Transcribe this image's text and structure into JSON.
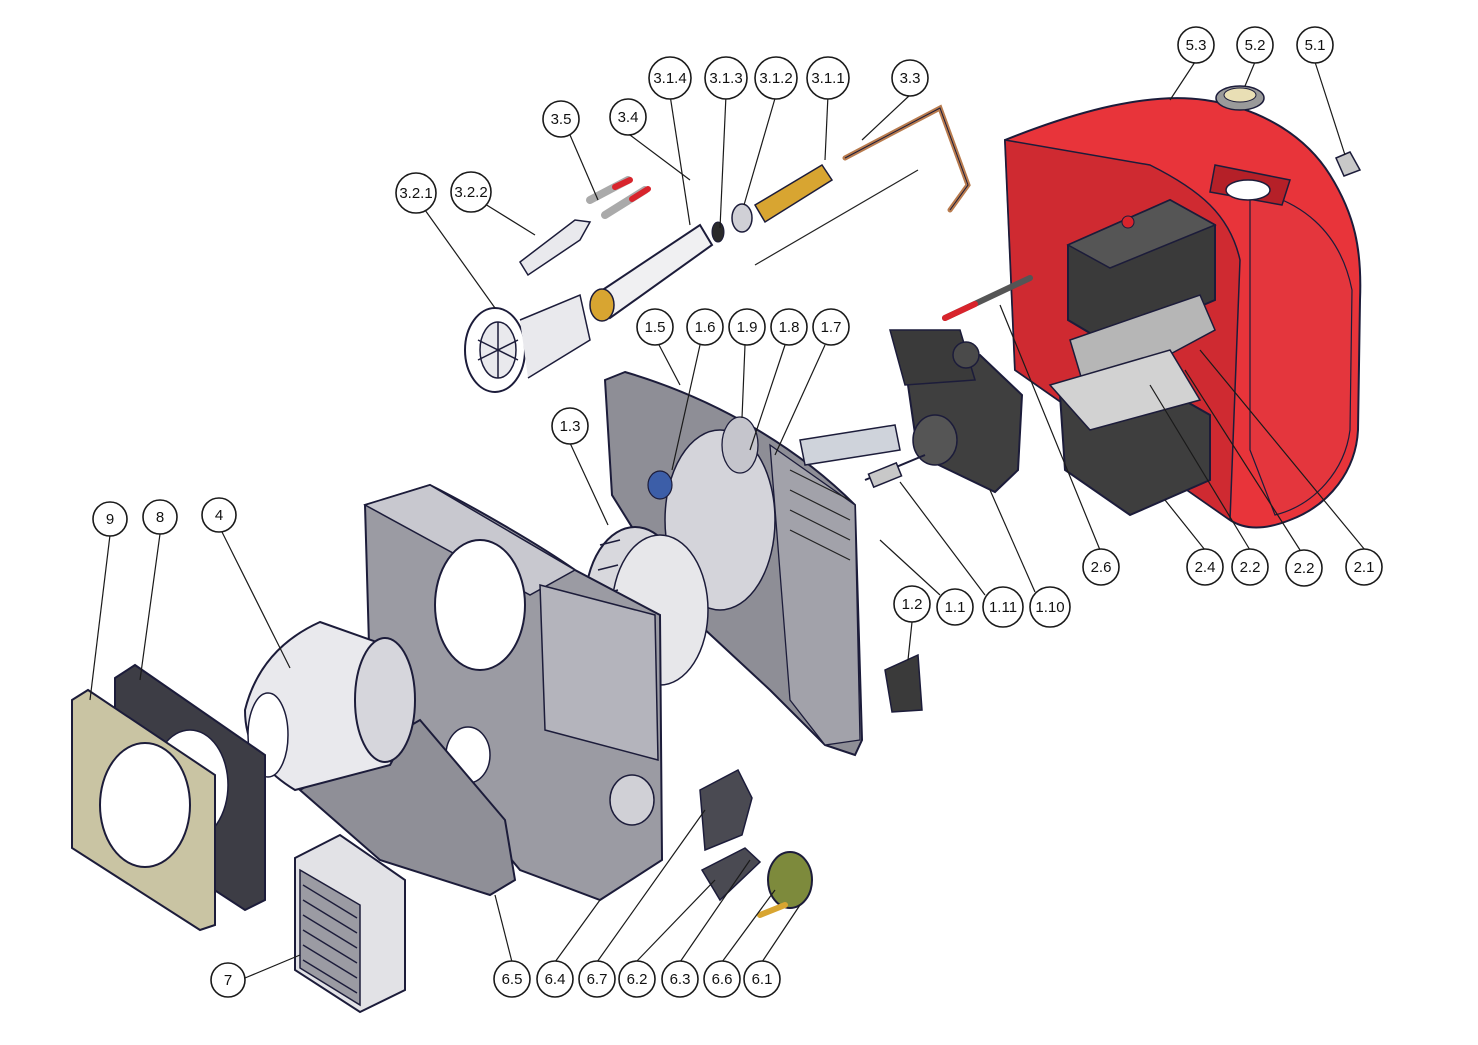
{
  "diagram": {
    "colors": {
      "cover_red": "#e8343a",
      "cover_dark": "#b52028",
      "outline": "#1c1c3a",
      "housing_grey": "#9b9ba3",
      "housing_light": "#d9d9de",
      "flange_khaki": "#c9c4a3",
      "brass": "#d8a531",
      "copper": "#b87b4e",
      "electrode_red": "#d8242c",
      "control_dark": "#3a3a3a",
      "lens_green": "#7d8a3c",
      "sight_blue": "#3c5ea8"
    },
    "labels": {
      "l_9": "9",
      "l_8": "8",
      "l_4": "4",
      "l_7": "7",
      "l_6_5": "6.5",
      "l_6_4": "6.4",
      "l_6_7": "6.7",
      "l_6_2": "6.2",
      "l_6_3": "6.3",
      "l_6_6": "6.6",
      "l_6_1": "6.1",
      "l_1_2": "1.2",
      "l_1_1": "1.1",
      "l_1_11": "1.11",
      "l_1_10": "1.10",
      "l_1_3": "1.3",
      "l_1_5": "1.5",
      "l_1_6": "1.6",
      "l_1_9": "1.9",
      "l_1_8": "1.8",
      "l_1_7": "1.7",
      "l_3_2_1": "3.2.1",
      "l_3_2_2": "3.2.2",
      "l_3_5": "3.5",
      "l_3_4": "3.4",
      "l_3_1_4": "3.1.4",
      "l_3_1_3": "3.1.3",
      "l_3_1_2": "3.1.2",
      "l_3_1_1": "3.1.1",
      "l_3_3": "3.3",
      "l_5_3": "5.3",
      "l_5_2": "5.2",
      "l_5_1": "5.1",
      "l_2_6": "2.6",
      "l_2_4": "2.4",
      "l_2_2a": "2.2",
      "l_2_2b": "2.2",
      "l_2_1": "2.1"
    }
  }
}
